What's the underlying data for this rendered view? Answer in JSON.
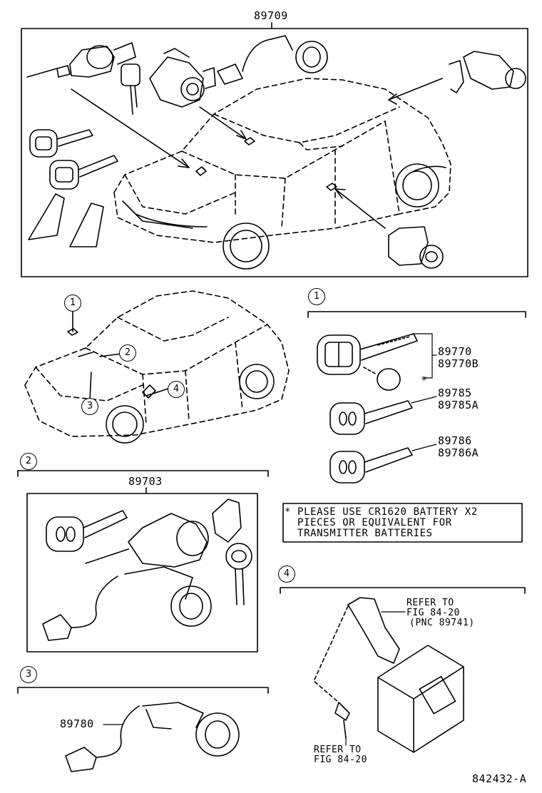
{
  "top_group": {
    "part_number": "89709"
  },
  "overview": {
    "callouts": [
      "1",
      "2",
      "3",
      "4"
    ]
  },
  "section1": {
    "callout": "1",
    "parts": [
      {
        "number": "89770",
        "alt": "89770B"
      },
      {
        "number": "89785",
        "alt": "89785A"
      },
      {
        "number": "89786",
        "alt": "89786A"
      }
    ],
    "asterisk": "*"
  },
  "note": {
    "lines": [
      "* PLEASE USE CR1620 BATTERY X2",
      "  PIECES OR EQUIVALENT FOR",
      "  TRANSMITTER BATTERIES"
    ]
  },
  "section2": {
    "callout": "2",
    "part_number": "89703"
  },
  "section3": {
    "callout": "3",
    "part_number": "89780"
  },
  "section4": {
    "callout": "4",
    "refer_upper": [
      "REFER TO",
      "FIG 84-20",
      "(PNC 89741)"
    ],
    "refer_lower": [
      "REFER TO",
      "FIG 84-20"
    ]
  },
  "figure_id": "842432-A"
}
